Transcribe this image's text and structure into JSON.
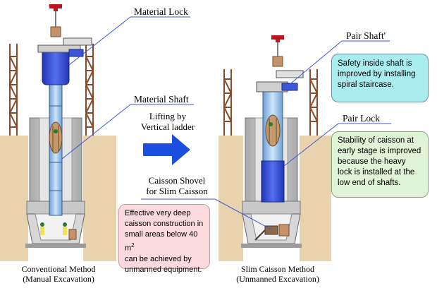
{
  "labels": {
    "material_lock": "Material Lock",
    "material_shaft": "Material Shaft",
    "lifting_line1": "Lifting by",
    "lifting_line2": "Vertical ladder",
    "pair_shaft": "Pair Shaft'",
    "pair_lock": "Pair Lock",
    "shovel_line1": "Caisson Shovel",
    "shovel_line2": "for Slim Caisson",
    "conventional_line1": "Conventional Method",
    "conventional_line2": "(Manual Excavation)",
    "slim_line1": "Slim Caisson Method",
    "slim_line2": "(Unmanned Excavation)"
  },
  "notes": {
    "safety": [
      "Safety inside shaft is",
      "improved by installing",
      "spiral staircase."
    ],
    "stability": [
      "Stability of caisson at",
      "early stage is improved",
      "because the heavy",
      "lock is installed at the",
      "low end of shafts."
    ],
    "effective_pre": [
      "Effective very deep",
      "caisson construction in",
      "small areas below 40 m"
    ],
    "effective_sup": "2",
    "effective_post": [
      "can be achieved by",
      "unmanned equipment."
    ]
  },
  "colors": {
    "ground": "#e9d2ae",
    "concrete": "#bfbfbf",
    "scaffold": "#8a4a2a",
    "shaft_blue": "#3c56d8",
    "shaft_light": "#b8d6f0",
    "arrow": "#1a4fe0",
    "crane_red": "#c0141c"
  }
}
